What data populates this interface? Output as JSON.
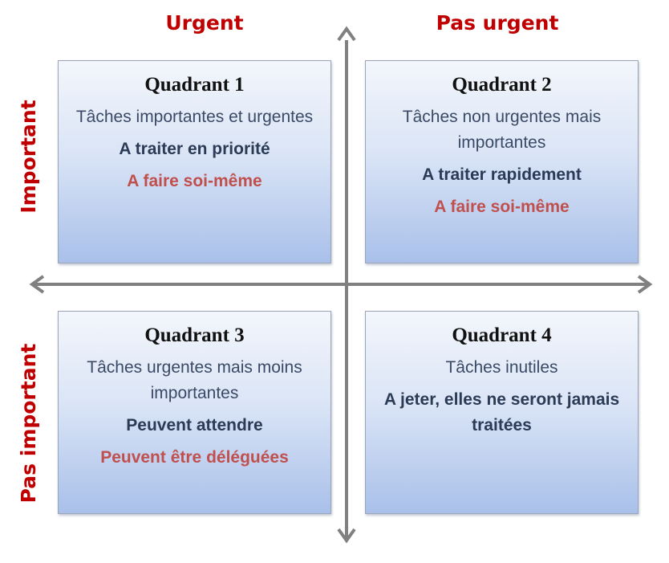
{
  "colors": {
    "header": "#c00000",
    "title": "#111111",
    "description": "#3a4a66",
    "action": "#2b3a55",
    "delegate": "#c0504d",
    "axis": "#808080"
  },
  "columns": {
    "urgent": "Urgent",
    "not_urgent": "Pas urgent"
  },
  "rows": {
    "important": "Important",
    "not_important": "Pas important"
  },
  "quadrants": [
    {
      "title": "Quadrant 1",
      "description": "Tâches importantes et urgentes",
      "action": "A traiter en priorité",
      "delegate": "A faire soi-même"
    },
    {
      "title": "Quadrant 2",
      "description": "Tâches non urgentes mais importantes",
      "action": "A traiter rapidement",
      "delegate": "A faire soi-même"
    },
    {
      "title": "Quadrant 3",
      "description": "Tâches urgentes mais moins importantes",
      "action": "Peuvent attendre",
      "delegate": "Peuvent être déléguées"
    },
    {
      "title": "Quadrant 4",
      "description": "Tâches inutiles",
      "action": "A jeter, elles ne seront jamais traitées",
      "delegate": ""
    }
  ]
}
